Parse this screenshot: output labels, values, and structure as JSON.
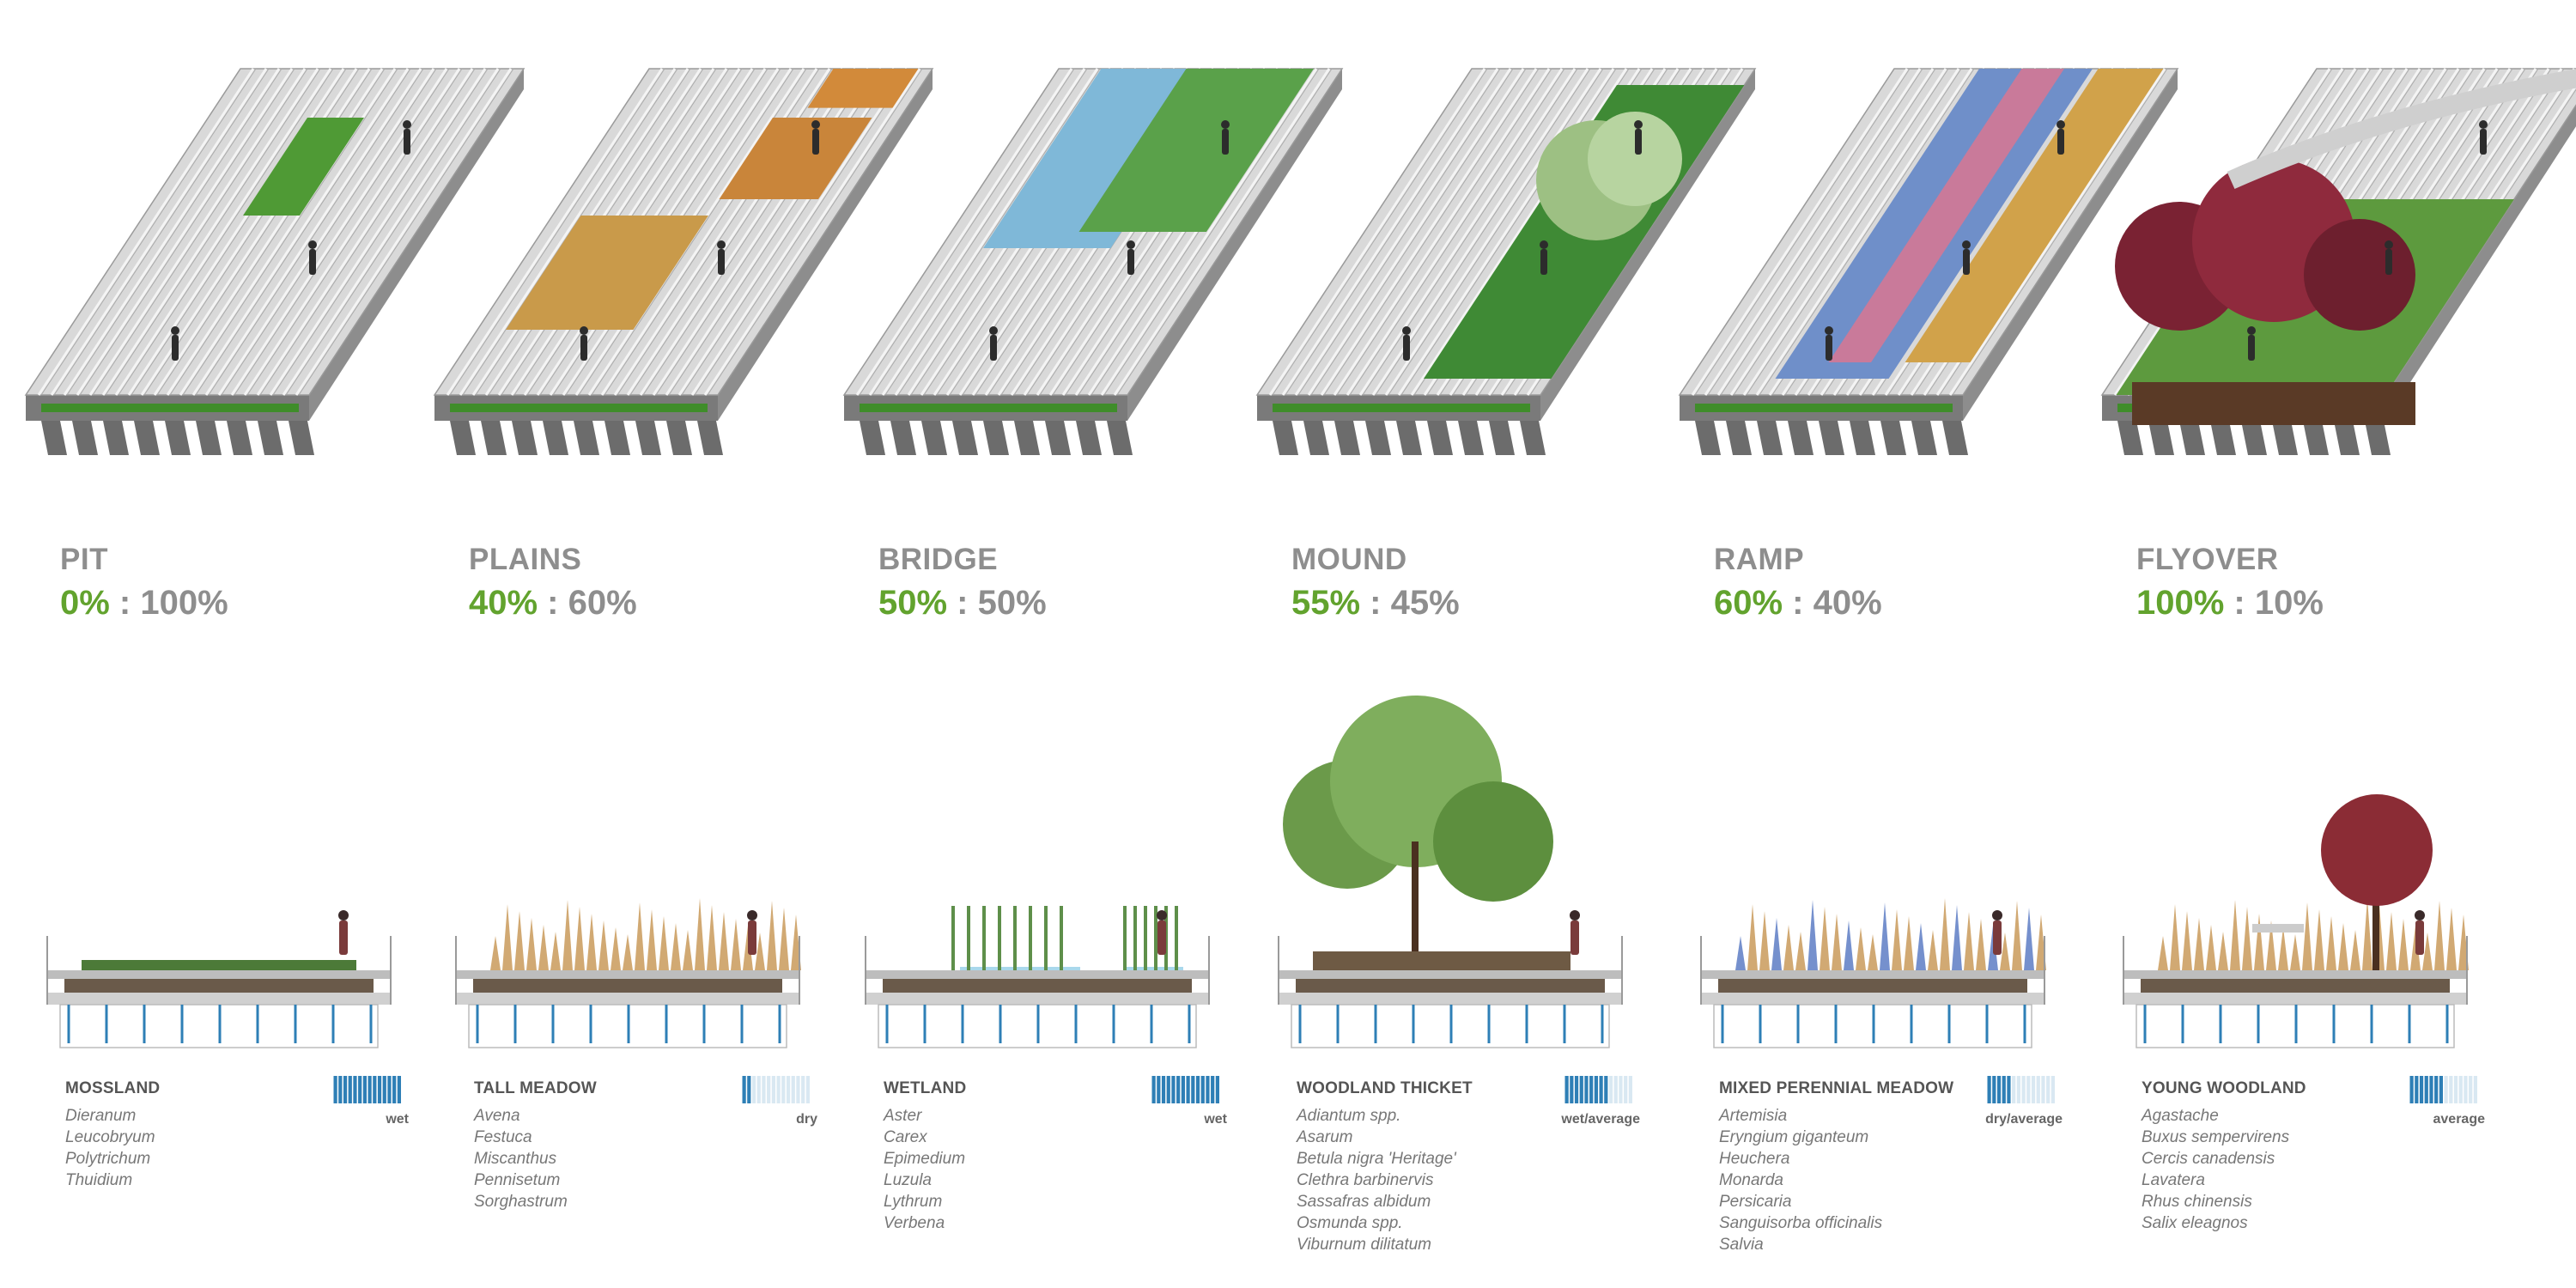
{
  "colors": {
    "accent_green": "#62a32e",
    "label_gray": "#8e8e8e",
    "water_blue": "#2e7fb6",
    "deck_gray": "#bdbdbd"
  },
  "typologies": [
    {
      "name": "PIT",
      "green_pct": "0%",
      "other_pct": "100%",
      "planting": "MOSSLAND",
      "species": [
        "Dieranum",
        "Leucobryum",
        "Polytrichum",
        "Thuidium"
      ],
      "moisture": "wet",
      "moisture_level": 1.0,
      "planting_style": "moss"
    },
    {
      "name": "PLAINS",
      "green_pct": "40%",
      "other_pct": "60%",
      "planting": "TALL MEADOW",
      "species": [
        "Avena",
        "Festuca",
        "Miscanthus",
        "Pennisetum",
        "Sorghastrum"
      ],
      "moisture": "dry",
      "moisture_level": 0.15,
      "planting_style": "meadow"
    },
    {
      "name": "BRIDGE",
      "green_pct": "50%",
      "other_pct": "50%",
      "planting": "WETLAND",
      "species": [
        "Aster",
        "Carex",
        "Epimedium",
        "Luzula",
        "Lythrum",
        "Verbena"
      ],
      "moisture": "wet",
      "moisture_level": 1.0,
      "planting_style": "wetland"
    },
    {
      "name": "MOUND",
      "green_pct": "55%",
      "other_pct": "45%",
      "planting": "WOODLAND THICKET",
      "species": [
        "Adiantum spp.",
        "Asarum",
        "Betula nigra 'Heritage'",
        "Clethra barbinervis",
        "Sassafras albidum",
        "Osmunda spp.",
        "Viburnum dilitatum"
      ],
      "moisture": "wet/average",
      "moisture_level": 0.65,
      "planting_style": "thicket"
    },
    {
      "name": "RAMP",
      "green_pct": "60%",
      "other_pct": "40%",
      "planting": "MIXED PERENNIAL MEADOW",
      "species": [
        "Artemisia",
        "Eryngium giganteum",
        "Heuchera",
        "Monarda",
        "Persicaria",
        "Sanguisorba officinalis",
        "Salvia"
      ],
      "moisture": "dry/average",
      "moisture_level": 0.35,
      "planting_style": "perennial"
    },
    {
      "name": "FLYOVER",
      "green_pct": "100%",
      "other_pct": "10%",
      "planting": "YOUNG WOODLAND",
      "species": [
        "Agastache",
        "Buxus sempervirens",
        "Cercis canadensis",
        "Lavatera",
        "Rhus chinensis",
        "Salix eleagnos"
      ],
      "moisture": "average",
      "moisture_level": 0.5,
      "planting_style": "woodland"
    }
  ]
}
